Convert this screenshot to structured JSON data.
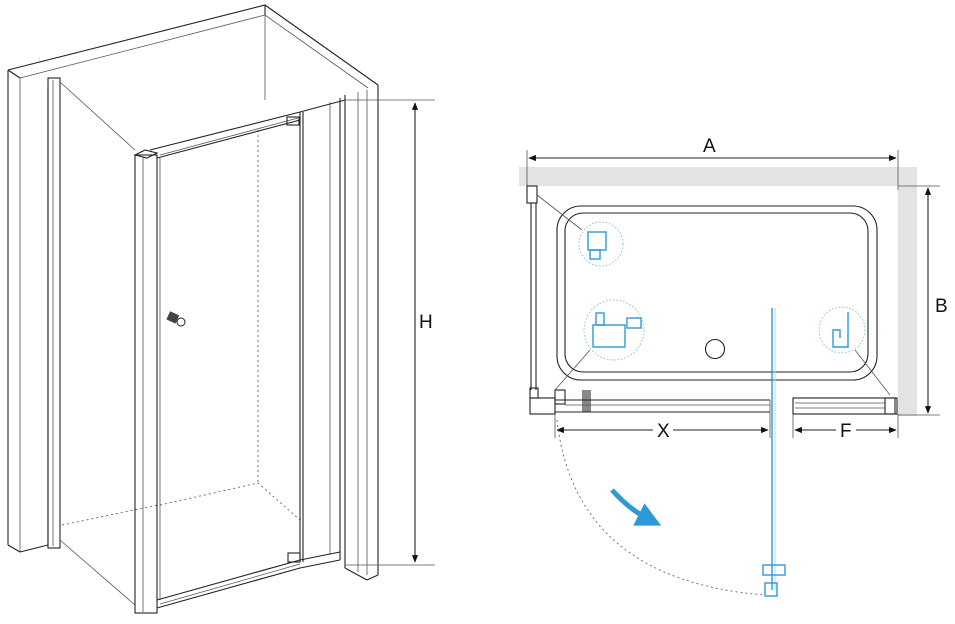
{
  "labels": {
    "height": "H",
    "width_a": "A",
    "depth_b": "B",
    "door_opening_x": "X",
    "fixed_panel_f": "F"
  },
  "colors": {
    "line": "#222222",
    "wall_fill": "#e3e3e3",
    "accent": "#2d9ad6"
  }
}
